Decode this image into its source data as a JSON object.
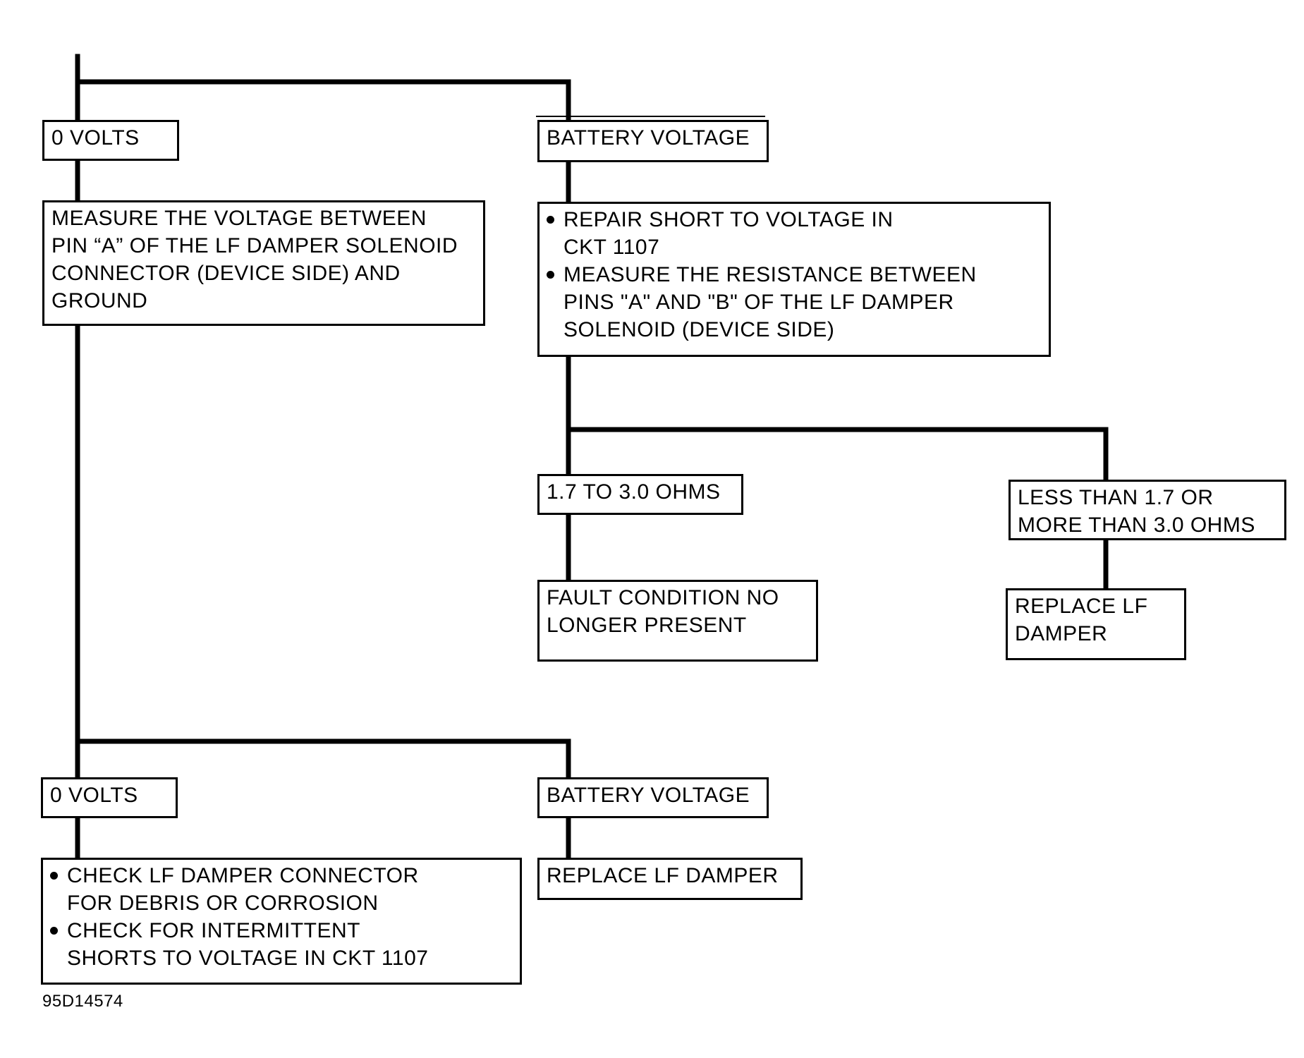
{
  "top_branch": {
    "left_label": "0 VOLTS",
    "right_label": "BATTERY VOLTAGE"
  },
  "measure_step": {
    "lines": [
      "MEASURE THE VOLTAGE BETWEEN",
      "PIN “A” OF THE LF DAMPER SOLENOID",
      "CONNECTOR (DEVICE SIDE) AND",
      "GROUND"
    ]
  },
  "repair_step": {
    "bullets": [
      {
        "lines": [
          "REPAIR SHORT TO VOLTAGE IN",
          "CKT 1107"
        ]
      },
      {
        "lines": [
          "MEASURE THE RESISTANCE BETWEEN",
          "PINS \"A\" AND \"B\" OF THE LF DAMPER",
          "SOLENOID (DEVICE SIDE)"
        ]
      }
    ]
  },
  "resistance_branch": {
    "in_range_label": "1.7 TO 3.0 OHMS",
    "out_of_range_lines": [
      "LESS THAN 1.7 OR",
      "MORE THAN 3.0 OHMS"
    ]
  },
  "fault_result": {
    "lines": [
      "FAULT CONDITION NO",
      "LONGER PRESENT"
    ]
  },
  "replace_result_upper": {
    "lines": [
      "REPLACE LF",
      "DAMPER"
    ]
  },
  "bottom_branch": {
    "left_label": "0 VOLTS",
    "right_label": "BATTERY VOLTAGE"
  },
  "check_step": {
    "bullets": [
      {
        "lines": [
          "CHECK LF DAMPER CONNECTOR",
          "FOR DEBRIS OR CORROSION"
        ]
      },
      {
        "lines": [
          "CHECK FOR INTERMITTENT",
          "SHORTS TO VOLTAGE IN CKT 1107"
        ]
      }
    ]
  },
  "replace_result_lower": {
    "label": "REPLACE LF DAMPER"
  },
  "figure_id": "95D14574"
}
